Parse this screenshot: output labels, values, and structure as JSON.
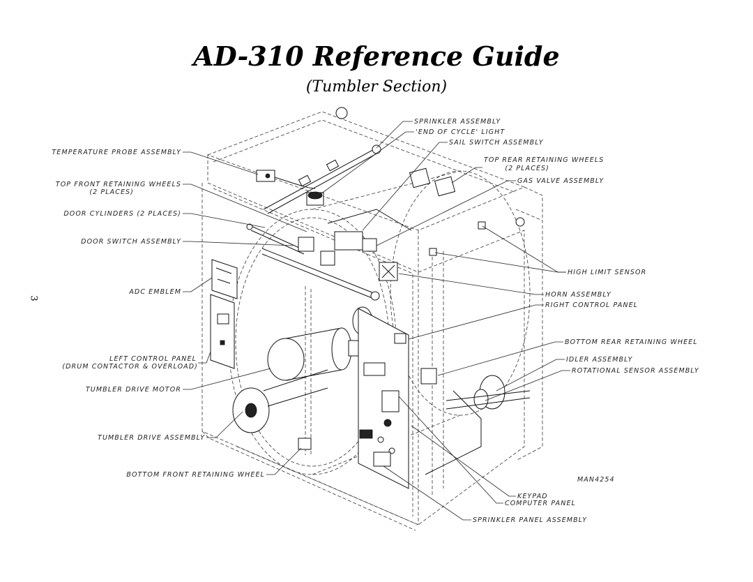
{
  "header": {
    "title": "AD-310 Reference Guide",
    "subtitle": "(Tumbler Section)",
    "page_number": "3"
  },
  "labels": {
    "sprinkler_assembly": "SPRINKLER ASSEMBLY",
    "end_of_cycle_light": "'END OF CYCLE' LIGHT",
    "sail_switch_assembly": "SAIL SWITCH ASSEMBLY",
    "temperature_probe_assembly": "TEMPERATURE PROBE ASSEMBLY",
    "top_rear_retaining_wheels": "TOP REAR RETAINING WHEELS",
    "top_rear_retaining_wheels_note": "(2 PLACES)",
    "top_front_retaining_wheels": "TOP FRONT RETAINING WHEELS",
    "top_front_retaining_wheels_note": "(2 PLACES)",
    "gas_valve_assembly": "GAS VALVE ASSEMBLY",
    "door_cylinders": "DOOR CYLINDERS (2 PLACES)",
    "door_switch_assembly": "DOOR SWITCH ASSEMBLY",
    "high_limit_sensor": "HIGH LIMIT SENSOR",
    "adc_emblem": "ADC EMBLEM",
    "horn_assembly": "HORN ASSEMBLY",
    "right_control_panel": "RIGHT CONTROL PANEL",
    "bottom_rear_retaining_wheel": "BOTTOM REAR RETAINING WHEEL",
    "left_control_panel": "LEFT CONTROL PANEL",
    "left_control_panel_note": "(DRUM CONTACTOR & OVERLOAD)",
    "idler_assembly": "IDLER ASSEMBLY",
    "rotational_sensor_assembly": "ROTATIONAL SENSOR ASSEMBLY",
    "tumbler_drive_motor": "TUMBLER DRIVE MOTOR",
    "tumbler_drive_assembly": "TUMBLER DRIVE ASSEMBLY",
    "bottom_front_retaining_wheel": "BOTTOM FRONT RETAINING WHEEL",
    "drawing_number": "MAN4254",
    "keypad": "KEYPAD",
    "computer_panel": "COMPUTER PANEL",
    "sprinkler_panel_assembly": "SPRINKLER PANEL ASSEMBLY"
  }
}
